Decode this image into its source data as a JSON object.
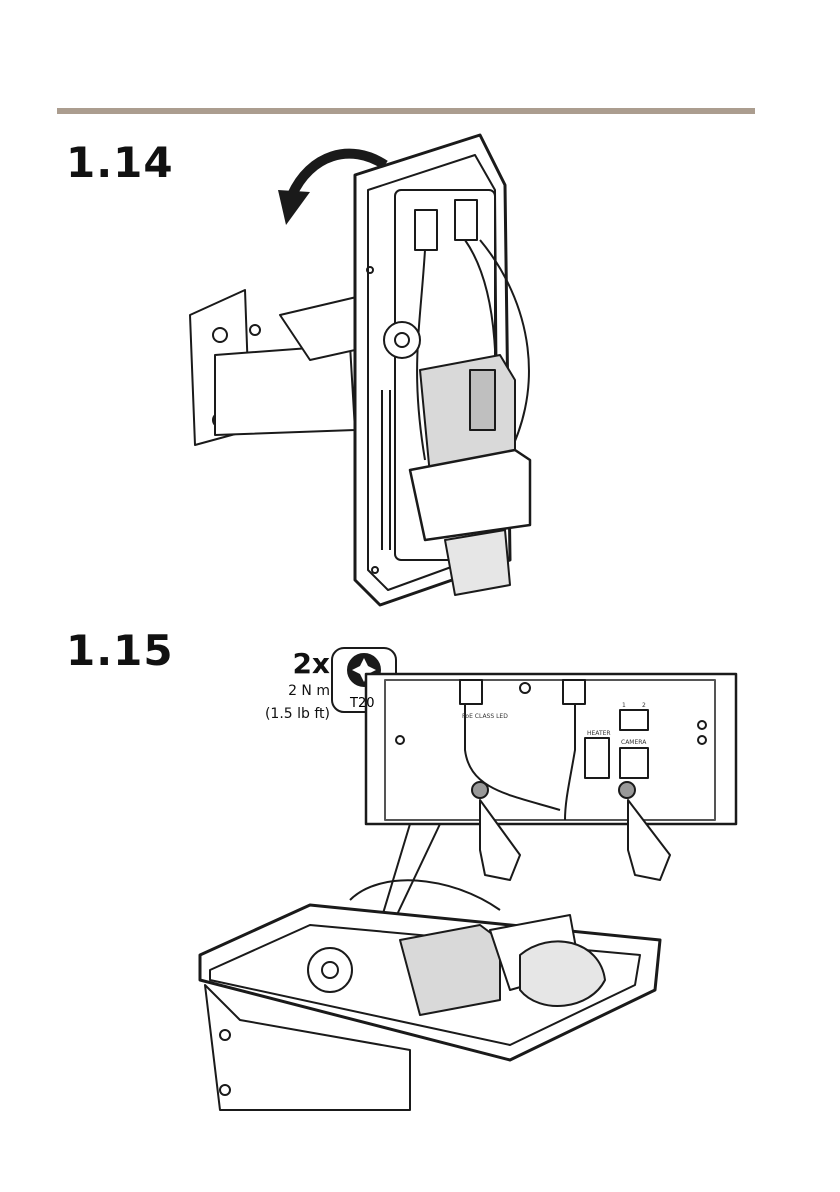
{
  "steps": [
    {
      "number": "1.14"
    },
    {
      "number": "1.15",
      "quantity": "2x",
      "torque_nm": "2 N m",
      "torque_lbft": "(1.5 lb ft)",
      "bit": "T20"
    }
  ],
  "board_labels": {
    "led": "PoE CLASS LED",
    "heater": "HEATER",
    "camera": "CAMERA",
    "switch_1": "1",
    "switch_2": "2"
  },
  "colors": {
    "rule": "#ab9d8f",
    "line": "#1a1a1a",
    "camera_body": "#d9d9d9",
    "shade": "#bfbfbf"
  },
  "icons": [
    "rotate-arrow-icon",
    "torx-bit-icon",
    "pointing-hand-icon"
  ]
}
